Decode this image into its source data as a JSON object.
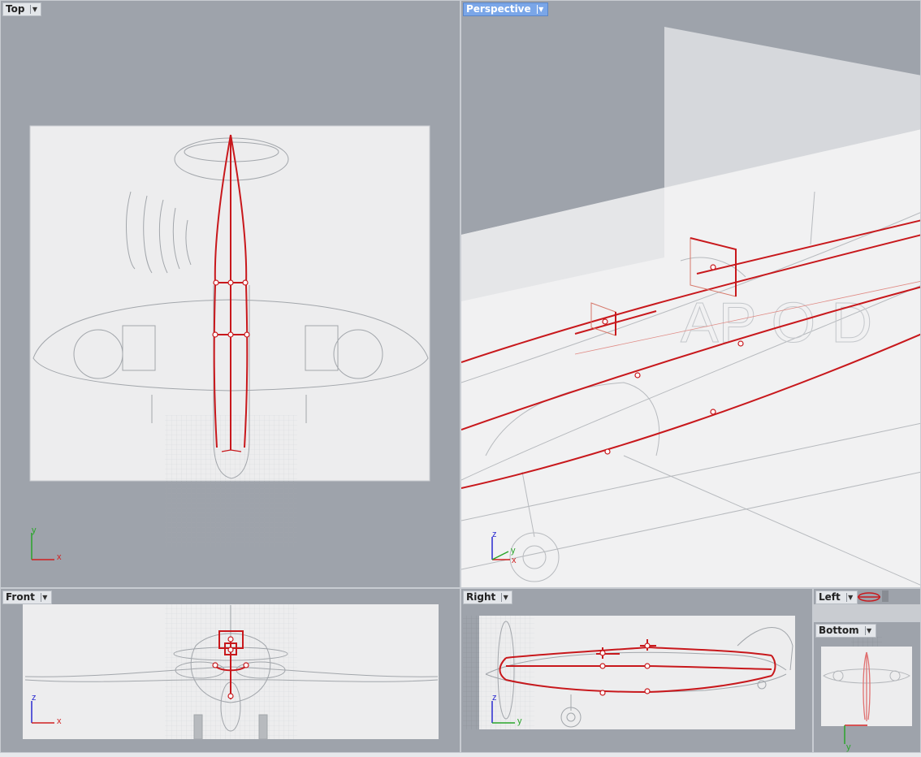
{
  "viewports": {
    "top": {
      "title": "Top"
    },
    "perspective": {
      "title": "Perspective"
    },
    "front": {
      "title": "Front"
    },
    "right": {
      "title": "Right"
    },
    "left": {
      "title": "Left"
    },
    "bottom": {
      "title": "Bottom"
    }
  },
  "axes": {
    "x": "x",
    "y": "y",
    "z": "z"
  },
  "colors": {
    "viewport_bg": "#9ea3ab",
    "active_title": "#7aa6e8",
    "curve": "#c8181c",
    "axis_x": "#d02020",
    "axis_y": "#2aa52a",
    "axis_z": "#2a2ad0"
  }
}
